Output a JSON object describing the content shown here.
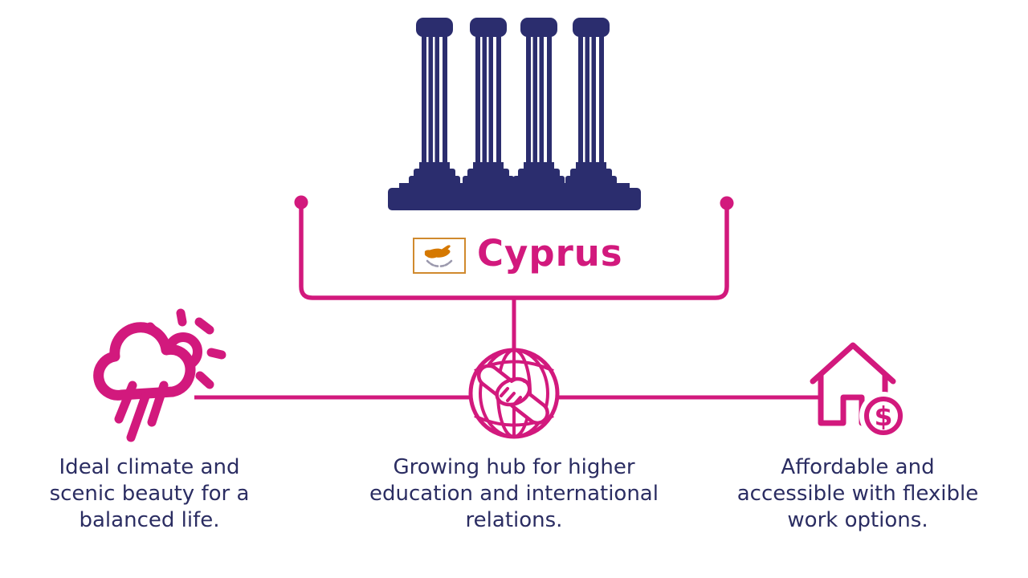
{
  "title": {
    "label": "Cyprus"
  },
  "colors": {
    "accent_pink": "#d2197d",
    "navy": "#2b2d6e",
    "text_navy": "#2b2d62",
    "flag_border": "#d08a2e",
    "flag_island": "#d57800",
    "flag_branch": "#9b99ad"
  },
  "icons": {
    "top": "greek-columns-icon",
    "flag": "cyprus-flag-icon",
    "left": "sun-rain-cloud-icon",
    "center": "globe-handshake-icon",
    "right": "house-dollar-icon"
  },
  "badges": {
    "dollar": "$"
  },
  "features": [
    {
      "id": "climate",
      "caption": [
        "Ideal climate and",
        "scenic beauty for a",
        "balanced life."
      ]
    },
    {
      "id": "education",
      "caption": [
        "Growing hub for higher",
        "education and international",
        "relations."
      ]
    },
    {
      "id": "afford",
      "caption": [
        "Affordable and",
        "accessible with flexible",
        "work options."
      ]
    }
  ]
}
